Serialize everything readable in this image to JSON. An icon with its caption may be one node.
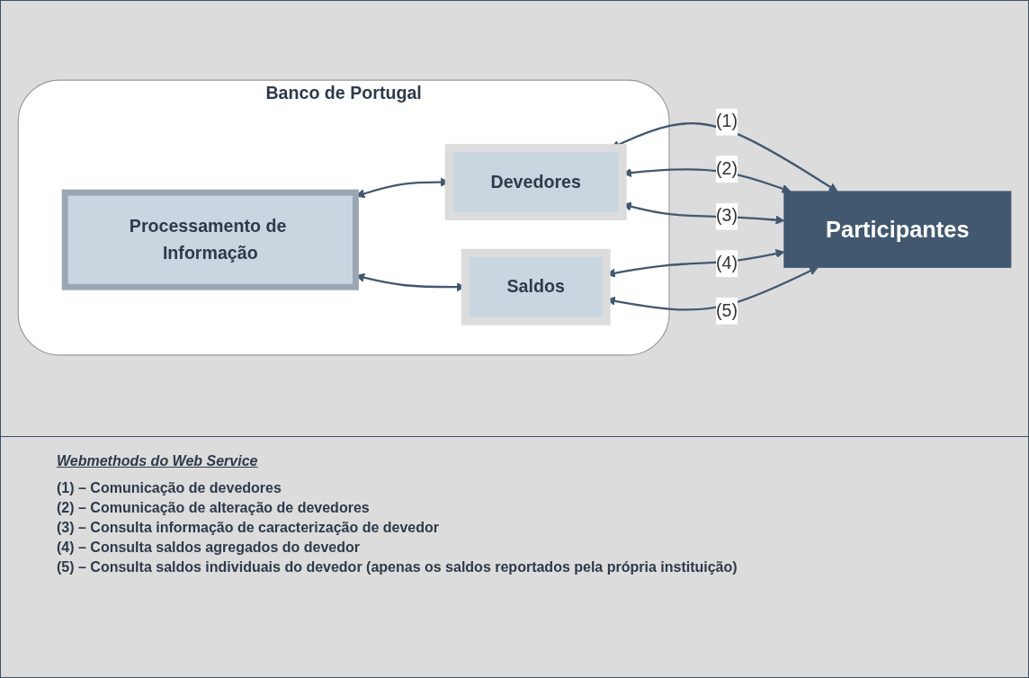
{
  "diagram": {
    "nodes": [
      {
        "text": [
          "Banco de Portugal"
        ]
      },
      {
        "text": [
          "Processamento de Informação"
        ],
        "in": 0
      },
      {
        "text": [
          "Devedores"
        ],
        "in": 0
      },
      {
        "text": [
          "Saldos"
        ],
        "in": 0
      },
      {
        "text": [
          "Participantes"
        ]
      }
    ],
    "edges": [
      {
        "from": 1,
        "to": 2,
        "arrow": "both"
      },
      {
        "from": 1,
        "to": 3,
        "arrow": "both"
      },
      {
        "from": 2,
        "to": 4,
        "label": "(1)",
        "arrow": "both"
      },
      {
        "from": 2,
        "to": 4,
        "label": "(2)",
        "arrow": "both"
      },
      {
        "from": 2,
        "to": 4,
        "label": "(3)",
        "arrow": "both"
      },
      {
        "from": 3,
        "to": 4,
        "label": "(4)",
        "arrow": "both"
      },
      {
        "from": 3,
        "to": 4,
        "label": "(5)",
        "arrow": "both"
      }
    ],
    "labels": [
      "Webmethods do Web Service",
      "(1) – Comunicação de devedores",
      "(2) – Comunicação de alteração de devedores",
      "(3) – Consulta informação de caracterização de devedor",
      "(4) – Consulta saldos agregados do devedor",
      "(5) – Consulta saldos individuais do devedor (apenas os saldos reportados pela própria instituição)"
    ]
  }
}
